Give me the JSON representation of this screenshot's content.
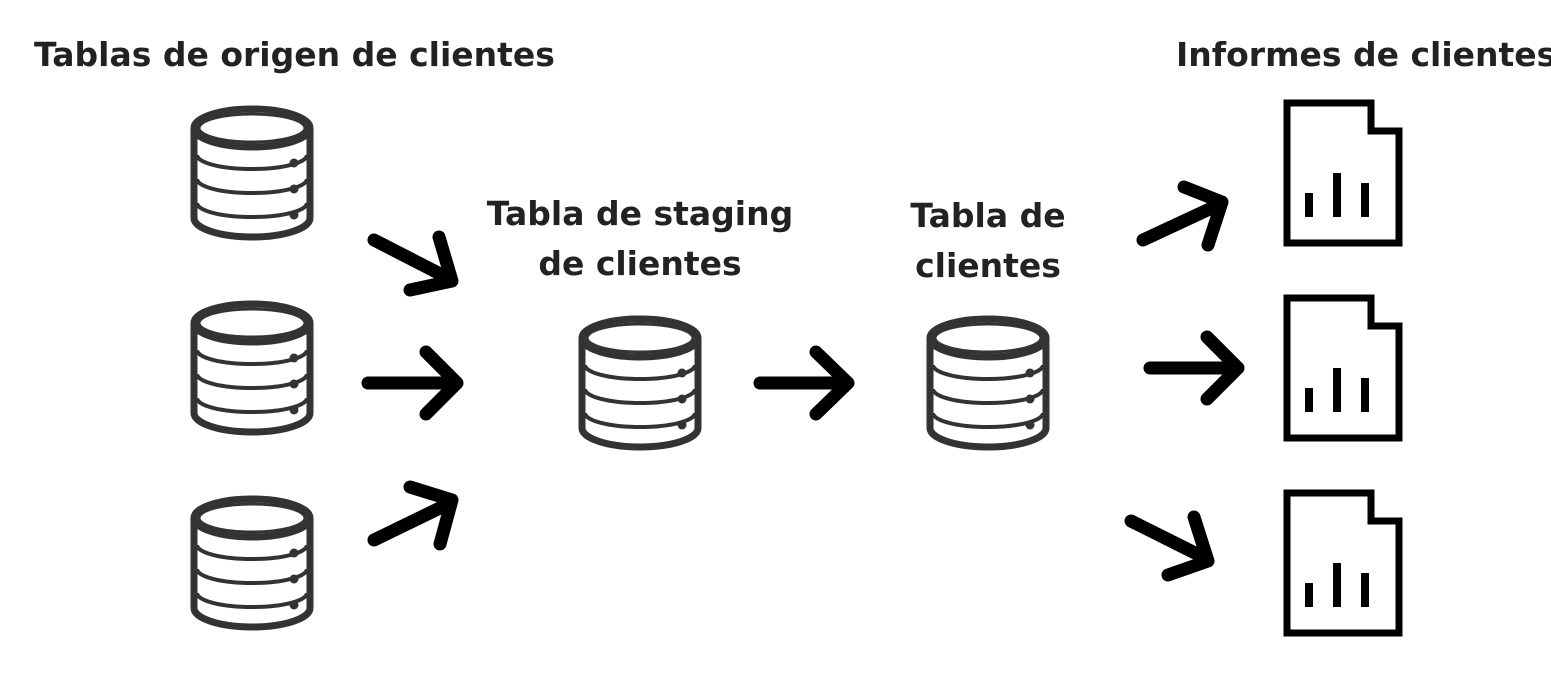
{
  "labels": {
    "source_tables": "Tablas de origen de clientes",
    "staging_table_line1": "Tabla de staging",
    "staging_table_line2": "de clientes",
    "clients_table_line1": "Tabla de",
    "clients_table_line2": "clientes",
    "client_reports": "Informes de clientes"
  },
  "nodes": {
    "source_tables": [
      {
        "icon": "database-icon"
      },
      {
        "icon": "database-icon"
      },
      {
        "icon": "database-icon"
      }
    ],
    "staging_table": {
      "icon": "database-icon"
    },
    "clients_table": {
      "icon": "database-icon"
    },
    "client_reports": [
      {
        "icon": "report-document-icon"
      },
      {
        "icon": "report-document-icon"
      },
      {
        "icon": "report-document-icon"
      }
    ]
  },
  "colors": {
    "icon_stroke": "#333333",
    "arrow": "#000000",
    "text": "#222222",
    "background": "#ffffff"
  }
}
